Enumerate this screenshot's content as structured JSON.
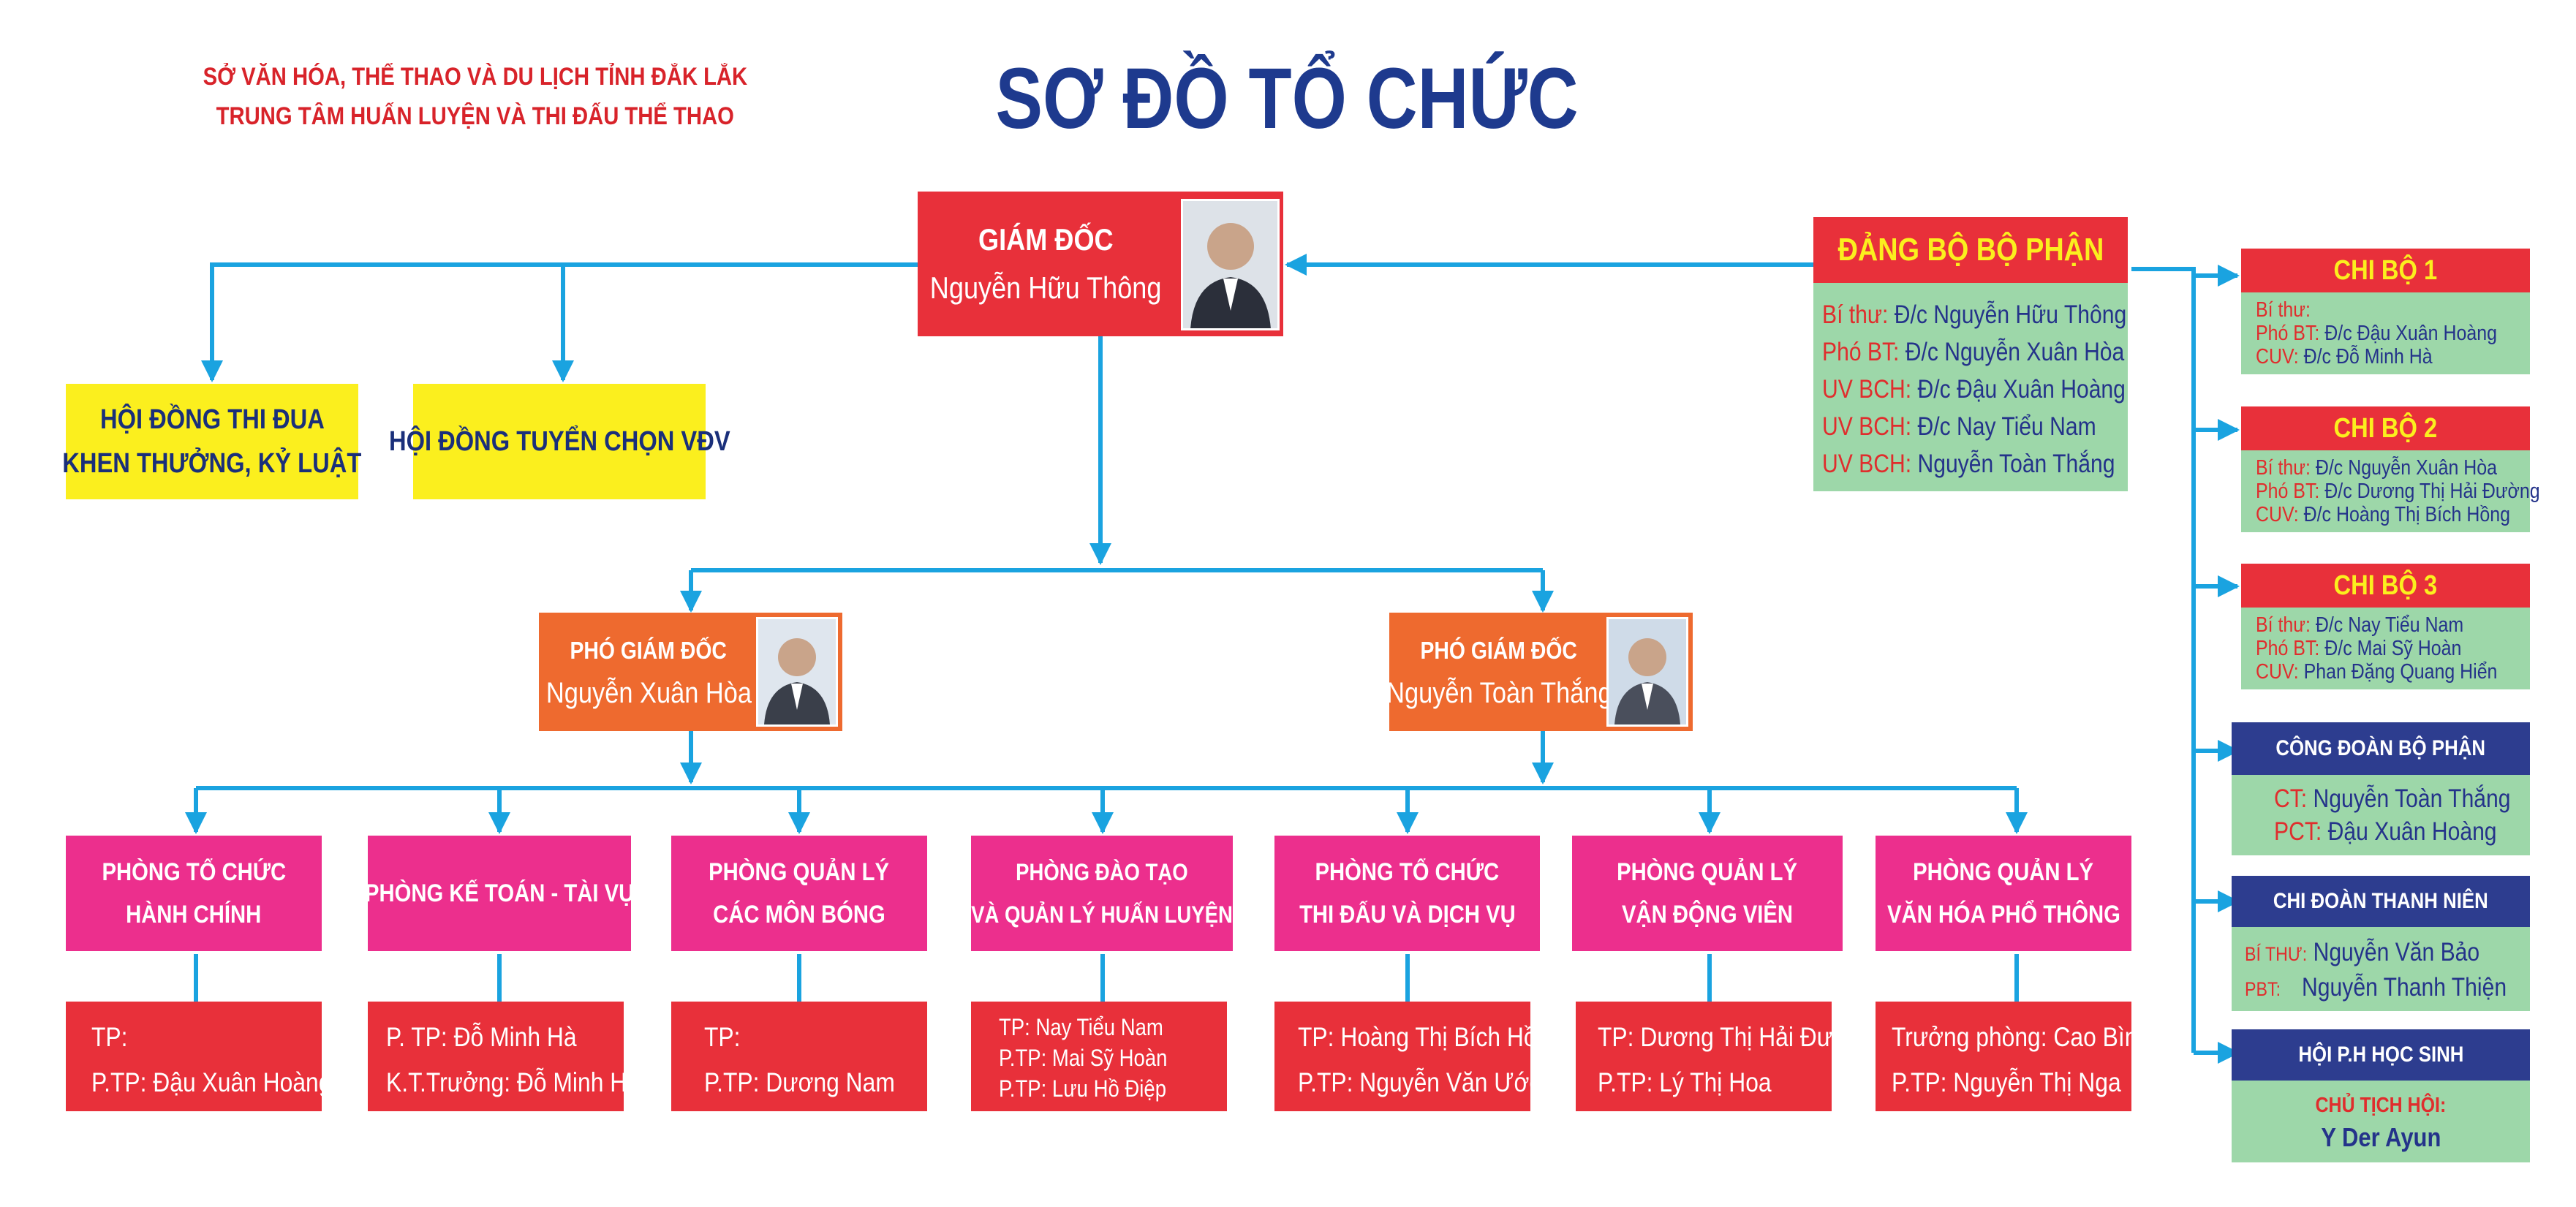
{
  "header": {
    "org_line1": "SỞ VĂN HÓA, THỂ THAO VÀ DU LỊCH TỈNH ĐẮK LẮK",
    "org_line2": "TRUNG TÂM HUẤN LUYỆN VÀ THI ĐẤU THỂ THAO",
    "title": "SƠ ĐỒ TỔ CHỨC"
  },
  "director": {
    "role": "GIÁM ĐỐC",
    "name": "Nguyễn Hữu Thông"
  },
  "councils": [
    {
      "line1": "HỘI ĐỒNG THI ĐUA",
      "line2": "KHEN THƯỞNG, KỶ LUẬT"
    },
    {
      "line1": "HỘI ĐỒNG TUYỂN CHỌN VĐV"
    }
  ],
  "deputies": [
    {
      "role": "PHÓ GIÁM ĐỐC",
      "name": "Nguyễn Xuân Hòa"
    },
    {
      "role": "PHÓ GIÁM ĐỐC",
      "name": "Nguyễn Toàn Thắng"
    }
  ],
  "departments": [
    {
      "name1": "PHÒNG TỔ CHỨC",
      "name2": "HÀNH CHÍNH",
      "staff": [
        "TP:",
        "P.TP: Đậu Xuân Hoàng"
      ]
    },
    {
      "name1": "PHÒNG KẾ TOÁN - TÀI VỤ",
      "name2": "",
      "staff": [
        "P. TP: Đỗ Minh Hà",
        "K.T.Trưởng: Đỗ Minh Hà"
      ]
    },
    {
      "name1": "PHÒNG QUẢN LÝ",
      "name2": "CÁC MÔN BÓNG",
      "staff": [
        "TP:",
        "P.TP: Dương Nam"
      ]
    },
    {
      "name1": "PHÒNG ĐÀO TẠO",
      "name2": "VÀ QUẢN LÝ HUẤN LUYỆN",
      "staff": [
        "TP: Nay Tiểu Nam",
        "P.TP: Mai Sỹ Hoàn",
        "P.TP: Lưu Hồ Điệp"
      ]
    },
    {
      "name1": "PHÒNG TỔ CHỨC",
      "name2": "THI ĐẤU VÀ DỊCH VỤ",
      "staff": [
        "TP: Hoàng Thị Bích Hồng",
        "P.TP: Nguyễn Văn Ước"
      ]
    },
    {
      "name1": "PHÒNG QUẢN LÝ",
      "name2": "VẬN ĐỘNG VIÊN",
      "staff": [
        "TP: Dương Thị Hải Đường",
        "P.TP: Lý Thị Hoa"
      ]
    },
    {
      "name1": "PHÒNG QUẢN LÝ",
      "name2": "VĂN HÓA PHỔ THÔNG",
      "staff": [
        "Trưởng phòng: Cao Bình",
        "P.TP:  Nguyễn Thị Nga"
      ]
    }
  ],
  "party": {
    "title": "ĐẢNG BỘ BỘ PHẬN",
    "members": [
      {
        "label": "Bí thư:",
        "value": "Đ/c Nguyễn Hữu Thông"
      },
      {
        "label": "Phó BT:",
        "value": "Đ/c Nguyễn Xuân Hòa"
      },
      {
        "label": "UV BCH:",
        "value": "Đ/c Đậu Xuân Hoàng"
      },
      {
        "label": "UV BCH:",
        "value": "Đ/c Nay Tiểu Nam"
      },
      {
        "label": "UV BCH:",
        "value": "Nguyễn Toàn Thắng"
      }
    ]
  },
  "cells": [
    {
      "title": "CHI BỘ 1",
      "members": [
        {
          "label": "Bí thư:",
          "value": ""
        },
        {
          "label": "Phó BT:",
          "value": "Đ/c Đậu Xuân Hoàng"
        },
        {
          "label": "CUV:",
          "value": "Đ/c Đỗ Minh Hà"
        }
      ]
    },
    {
      "title": "CHI BỘ 2",
      "members": [
        {
          "label": "Bí thư:",
          "value": "Đ/c Nguyễn Xuân Hòa"
        },
        {
          "label": "Phó BT:",
          "value": "Đ/c Dương Thị Hải Đường"
        },
        {
          "label": "CUV:",
          "value": "Đ/c Hoàng Thị Bích Hồng"
        }
      ]
    },
    {
      "title": "CHI BỘ 3",
      "members": [
        {
          "label": "Bí thư:",
          "value": "Đ/c Nay Tiểu Nam"
        },
        {
          "label": "Phó BT:",
          "value": "Đ/c Mai Sỹ Hoàn"
        },
        {
          "label": "CUV:",
          "value": "Phan Đặng Quang Hiển"
        }
      ]
    },
    {
      "title": "CÔNG ĐOÀN BỘ PHẬN",
      "members": [
        {
          "label": "CT:",
          "value": "Nguyễn Toàn Thắng"
        },
        {
          "label": "PCT:",
          "value": "Đậu Xuân Hoàng"
        }
      ]
    },
    {
      "title": "CHI ĐOÀN THANH NIÊN",
      "members": [
        {
          "label": "BÍ THƯ:",
          "value": "Nguyễn Văn Bảo"
        },
        {
          "label": "PBT:",
          "value": "Nguyễn Thanh Thiện"
        }
      ]
    },
    {
      "title": "HỘI P.H HỌC SINH",
      "members": [
        {
          "label": "CHỦ TỊCH HỘI:",
          "value": "Y Der Ayun"
        }
      ]
    }
  ],
  "colors": {
    "connector": "#1aa3e0",
    "title_navy": "#1e3a8e",
    "red": "#e8303a",
    "orange": "#ee6a2f",
    "pink": "#ec2f8d",
    "yellow": "#fbef1e",
    "green": "#9dd7a9",
    "navy": "#2d3d8f"
  }
}
